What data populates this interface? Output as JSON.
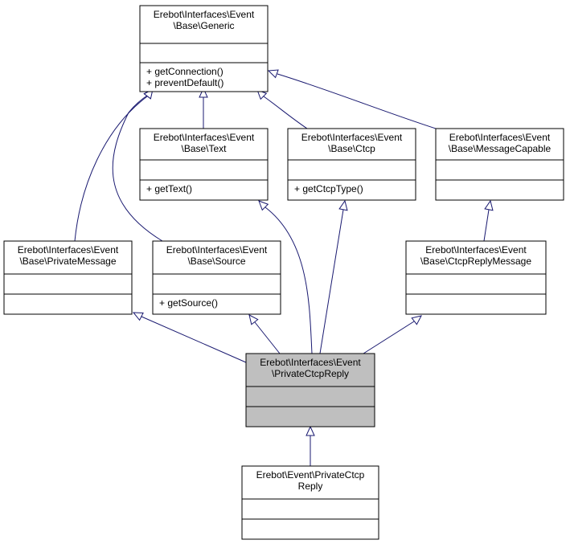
{
  "colors": {
    "edge": "#191970",
    "box_border": "#000000",
    "box_fill": "#ffffff",
    "highlight_fill": "#bfbfbf",
    "text": "#000000"
  },
  "nodes": [
    {
      "id": "generic",
      "title": [
        "Erebot\\Interfaces\\Event",
        "\\Base\\Generic"
      ],
      "attributes": [],
      "methods": [
        "+ getConnection()",
        "+ preventDefault()"
      ],
      "highlight": false
    },
    {
      "id": "text",
      "title": [
        "Erebot\\Interfaces\\Event",
        "\\Base\\Text"
      ],
      "attributes": [],
      "methods": [
        "+ getText()"
      ],
      "highlight": false
    },
    {
      "id": "ctcp",
      "title": [
        "Erebot\\Interfaces\\Event",
        "\\Base\\Ctcp"
      ],
      "attributes": [],
      "methods": [
        "+ getCtcpType()"
      ],
      "highlight": false
    },
    {
      "id": "messagecapable",
      "title": [
        "Erebot\\Interfaces\\Event",
        "\\Base\\MessageCapable"
      ],
      "attributes": [],
      "methods": [],
      "highlight": false
    },
    {
      "id": "privatemessage",
      "title": [
        "Erebot\\Interfaces\\Event",
        "\\Base\\PrivateMessage"
      ],
      "attributes": [],
      "methods": [],
      "highlight": false
    },
    {
      "id": "source",
      "title": [
        "Erebot\\Interfaces\\Event",
        "\\Base\\Source"
      ],
      "attributes": [],
      "methods": [
        "+ getSource()"
      ],
      "highlight": false
    },
    {
      "id": "ctcpreplymessage",
      "title": [
        "Erebot\\Interfaces\\Event",
        "\\Base\\CtcpReplyMessage"
      ],
      "attributes": [],
      "methods": [],
      "highlight": false
    },
    {
      "id": "privatectcpreply_iface",
      "title": [
        "Erebot\\Interfaces\\Event",
        "\\PrivateCtcpReply"
      ],
      "attributes": [],
      "methods": [],
      "highlight": true
    },
    {
      "id": "privatectcpreply_impl",
      "title": [
        "Erebot\\Event\\PrivateCtcp",
        "Reply"
      ],
      "attributes": [],
      "methods": [],
      "highlight": false
    }
  ],
  "edges": [
    {
      "from": "text",
      "to": "generic"
    },
    {
      "from": "ctcp",
      "to": "generic"
    },
    {
      "from": "messagecapable",
      "to": "generic"
    },
    {
      "from": "privatemessage",
      "to": "generic"
    },
    {
      "from": "source",
      "to": "generic"
    },
    {
      "from": "ctcpreplymessage",
      "to": "messagecapable"
    },
    {
      "from": "privatectcpreply_iface",
      "to": "privatemessage"
    },
    {
      "from": "privatectcpreply_iface",
      "to": "source"
    },
    {
      "from": "privatectcpreply_iface",
      "to": "text"
    },
    {
      "from": "privatectcpreply_iface",
      "to": "ctcp"
    },
    {
      "from": "privatectcpreply_iface",
      "to": "ctcpreplymessage"
    },
    {
      "from": "privatectcpreply_impl",
      "to": "privatectcpreply_iface"
    }
  ]
}
